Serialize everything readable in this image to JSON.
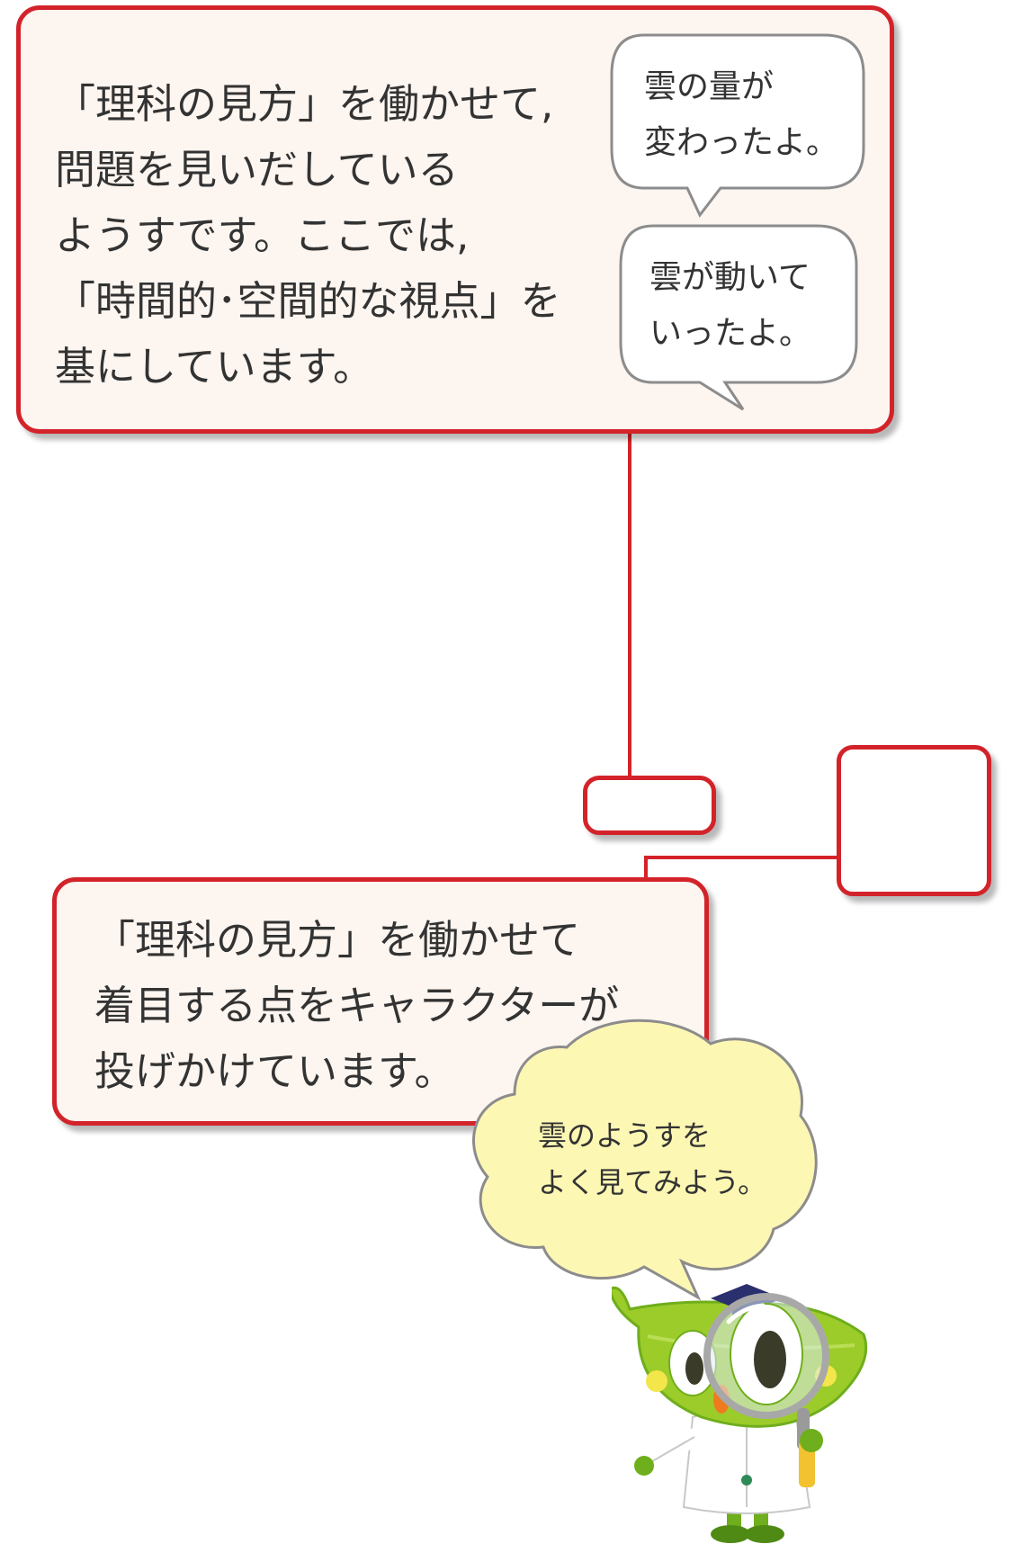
{
  "top_box": {
    "lines": [
      "「理科の見方」を働かせて,",
      "問題を見いだしている",
      "ようすです。ここでは,",
      "「時間的･空間的な視点」を",
      "基にしています。"
    ]
  },
  "speech_bubble_1": {
    "lines": [
      "雲の量が",
      "変わったよ。"
    ]
  },
  "speech_bubble_2": {
    "lines": [
      "雲が動いて",
      "いったよ。"
    ]
  },
  "bottom_box": {
    "lines": [
      "「理科の見方」を働かせて",
      "着目する点をキャラクターが",
      "投げかけています。"
    ]
  },
  "cloud_bubble": {
    "lines": [
      "雲のようすを",
      "よく見てみよう。"
    ]
  },
  "colors": {
    "border_red": "#d3232a",
    "box_fill": "#fcf5f0",
    "cloud_fill": "#fdf7b4",
    "mascot_green": "#9ccc2a"
  },
  "mascot": {
    "icon": "leaf-scientist-with-magnifier-icon"
  }
}
